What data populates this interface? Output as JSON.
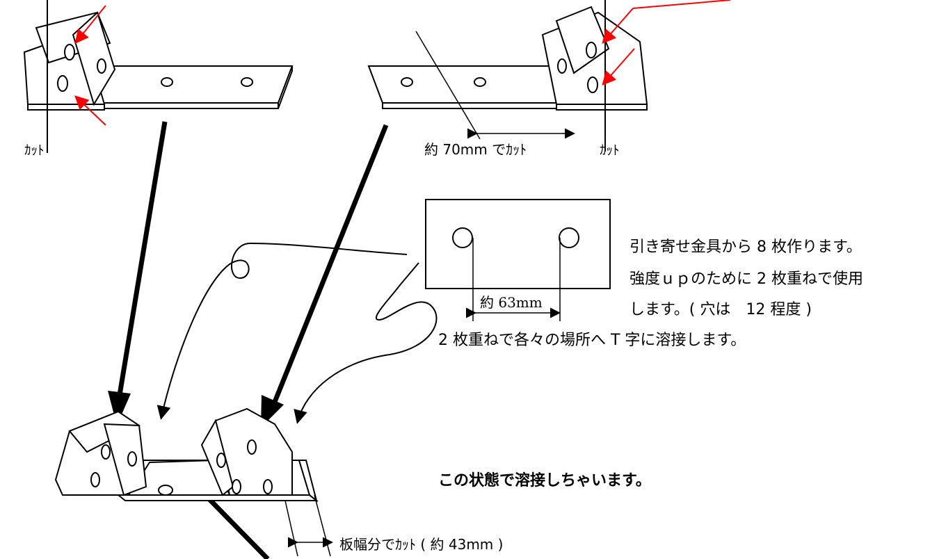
{
  "labels": {
    "cut_left": "ｶｯﾄ",
    "cut_70": "約 70mm でｶｯﾄ",
    "cut_right": "ｶｯﾄ",
    "dim_63": "約 63mm",
    "cut_43": "板幅分でｶｯﾄ ( 約 43mm )"
  },
  "notes": {
    "line1": "引き寄せ金具から 8 枚作ります。",
    "line2": "強度ｕｐのために 2 枚重ねで使用",
    "line3": "します。( 穴は　12 程度 )",
    "line4": "2 枚重ねで各々の場所へ T 字に溶接します。"
  },
  "caption": "この状態で溶接しちゃいます。",
  "colors": {
    "line": "#000000",
    "arrow_red": "#ff0000"
  }
}
